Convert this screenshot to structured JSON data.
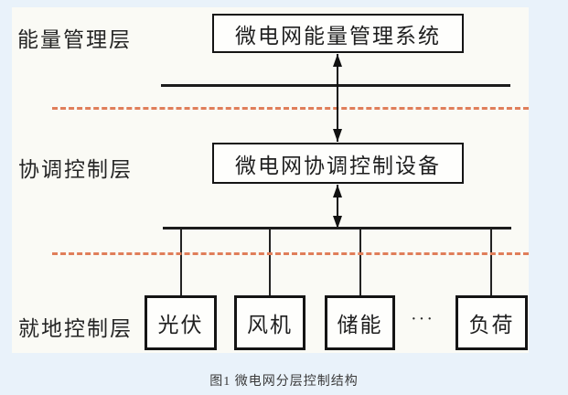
{
  "diagram": {
    "caption": "图1 微电网分层控制结构",
    "layers": [
      {
        "id": "energy-management",
        "label": "能量管理层"
      },
      {
        "id": "coordination-control",
        "label": "协调控制层"
      },
      {
        "id": "local-control",
        "label": "就地控制层"
      }
    ],
    "boxes": {
      "ems": "微电网能量管理系统",
      "ccd": "微电网协调控制设备"
    },
    "devices": [
      "光伏",
      "风机",
      "储能",
      "负荷"
    ],
    "ellipsis": "···",
    "connections": [
      "微电网能量管理系统 <-> 微电网协调控制设备 (double arrow)",
      "微电网协调控制设备 <-> lower bus (double arrow)",
      "lower bus -> 光伏 / 风机 / 储能 / 负荷 (drop lines)"
    ],
    "colors": {
      "background": "#e9f2fa",
      "paper": "#fafaf5",
      "dashed_separator": "#e07e5a",
      "bus_line": "#1c1c1c",
      "box_border": "#141414",
      "text": "#1f1f1f"
    }
  }
}
